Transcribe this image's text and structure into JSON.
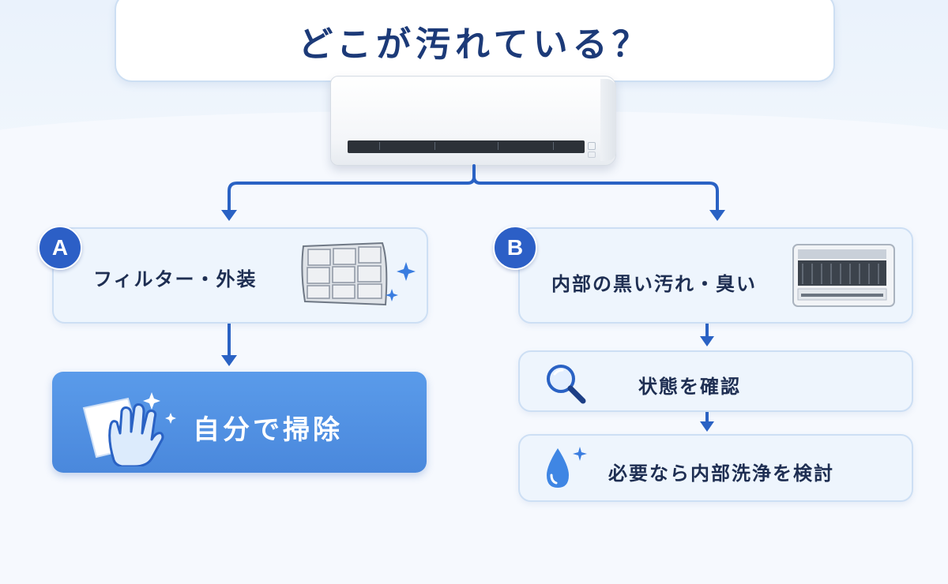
{
  "title": "どこが汚れている？",
  "colors": {
    "accent": "#2c5fc6",
    "arrow": "#2a62c4",
    "action": "#4f8fe2",
    "title_text": "#1c3a78"
  },
  "branch_a": {
    "badge": "A",
    "label": "フィルター・外装",
    "icon": "air-filter-icon",
    "action": {
      "label": "自分で掃除",
      "icon": "hand-wiping-cloth-icon"
    }
  },
  "branch_b": {
    "badge": "B",
    "label": "内部の黒い汚れ・臭い",
    "icon": "aircon-interior-icon",
    "steps": [
      {
        "label": "状態を確認",
        "icon": "magnifier-icon"
      },
      {
        "label": "必要なら内部洗浄を検討",
        "icon": "water-drop-icon"
      }
    ]
  }
}
